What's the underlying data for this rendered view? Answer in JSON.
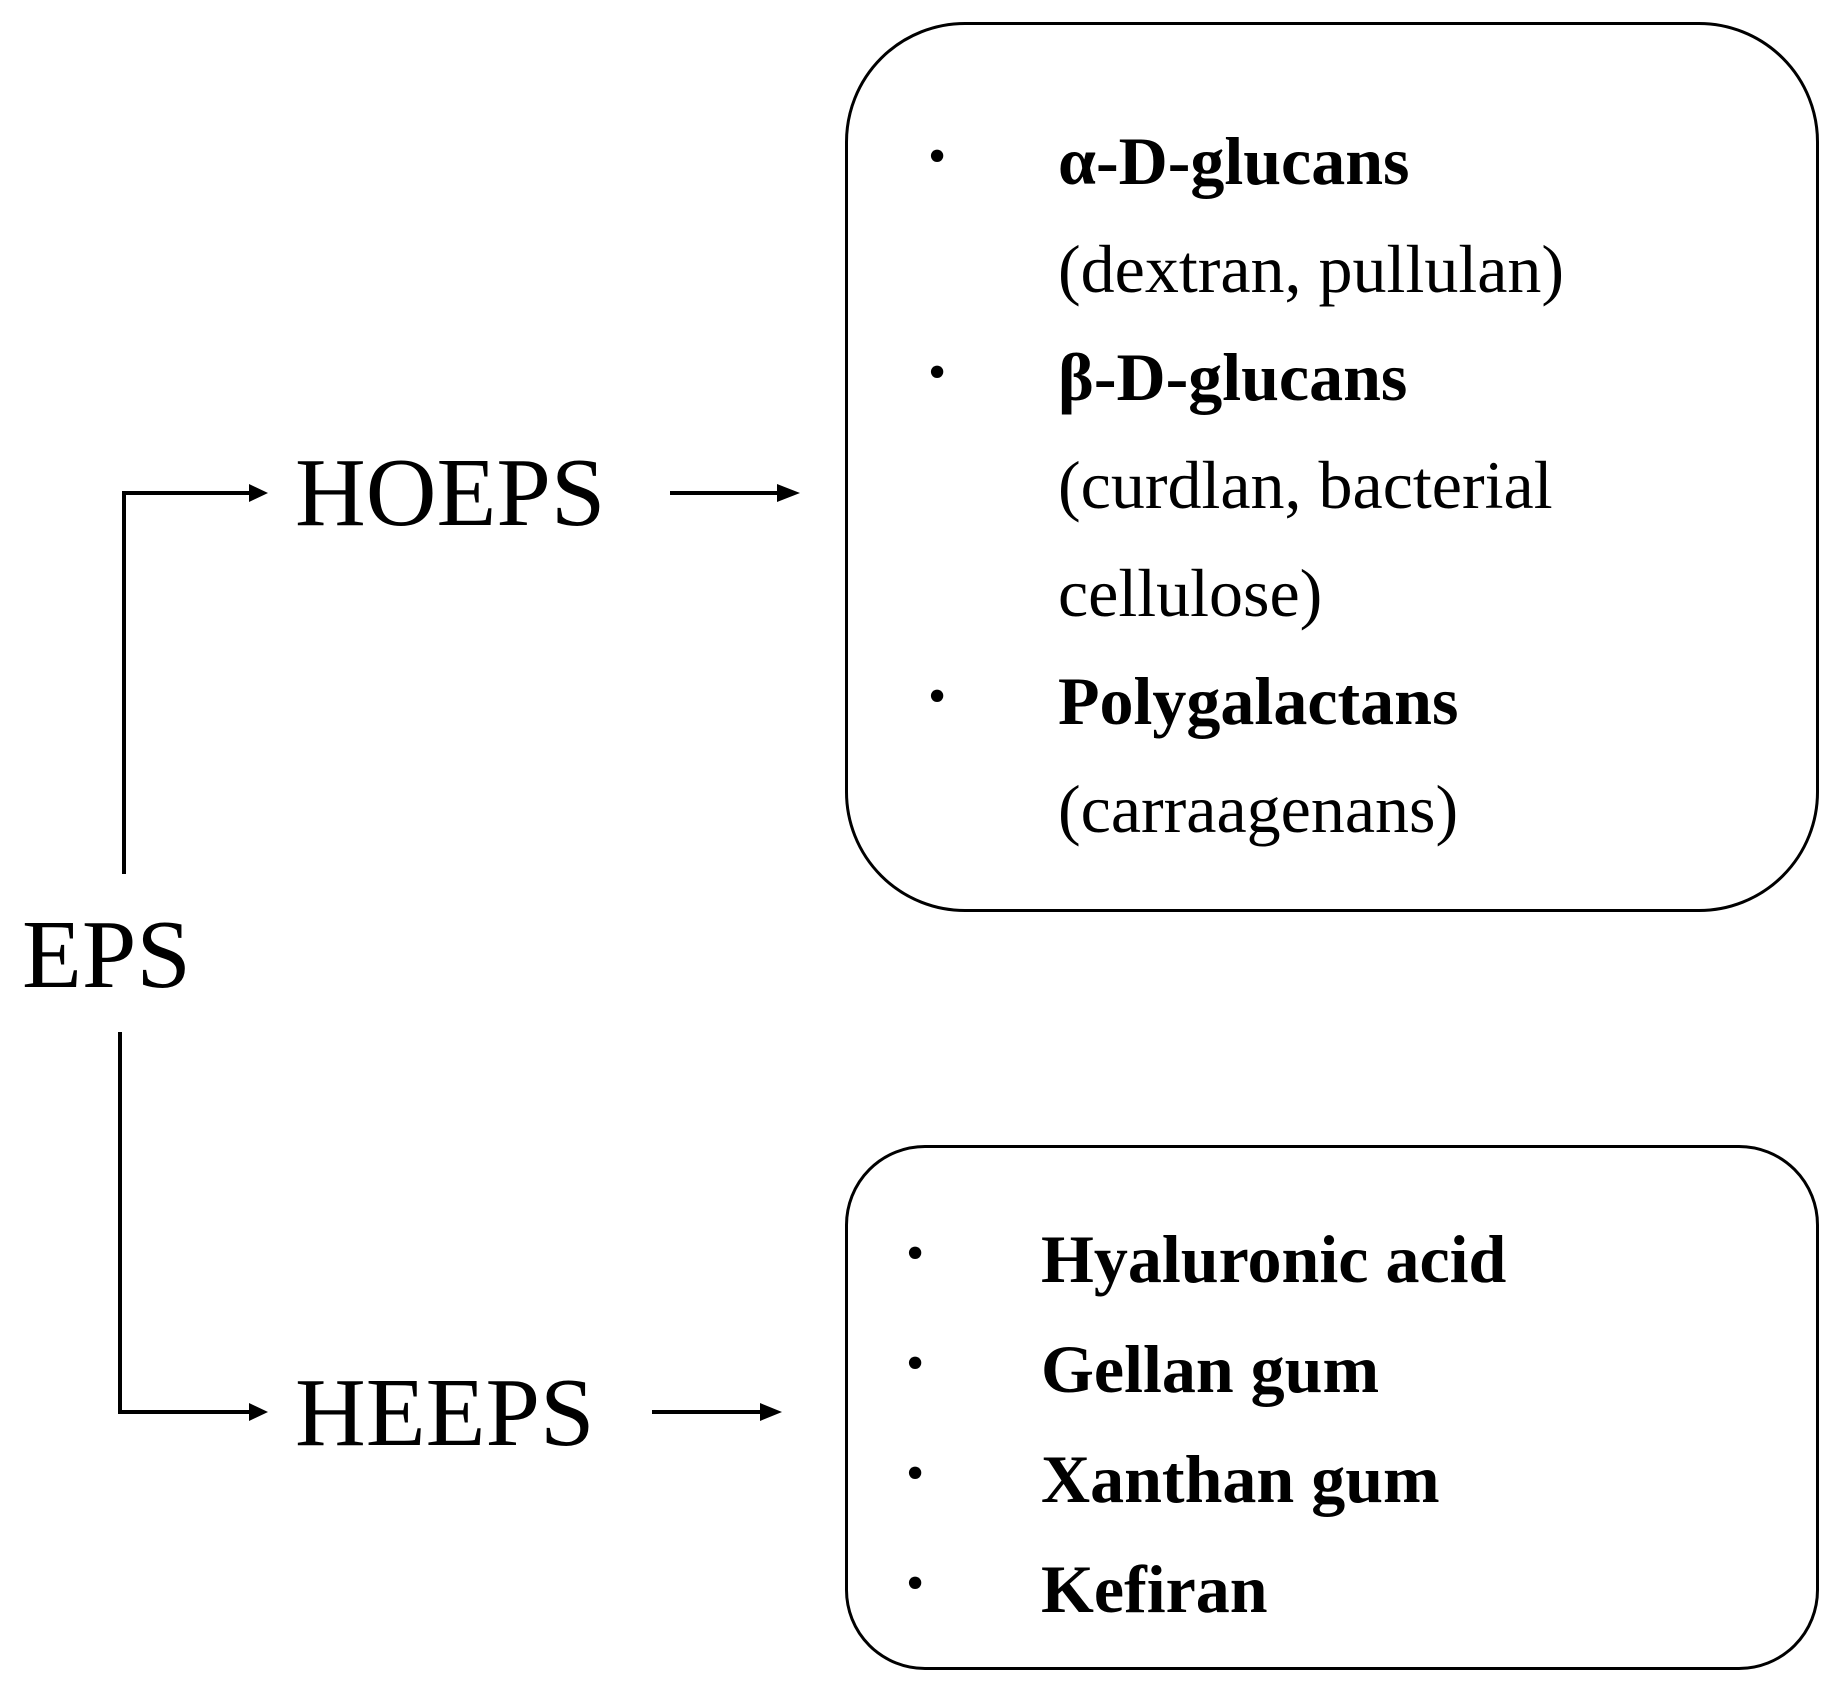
{
  "root": {
    "label": "EPS"
  },
  "branches": [
    {
      "label": "HOEPS",
      "items": [
        {
          "name": "α-D-glucans",
          "detail": "(dextran, pullulan)"
        },
        {
          "name": "β-D-glucans",
          "detail": "(curdlan, bacterial cellulose)"
        },
        {
          "name": "Polygalactans",
          "detail": "(carraagenans)"
        }
      ]
    },
    {
      "label": "HEEPS",
      "items": [
        {
          "name": "Hyaluronic acid"
        },
        {
          "name": "Gellan gum"
        },
        {
          "name": "Xanthan gum"
        },
        {
          "name": "Kefiran"
        }
      ]
    }
  ],
  "bullet_glyph": "•"
}
